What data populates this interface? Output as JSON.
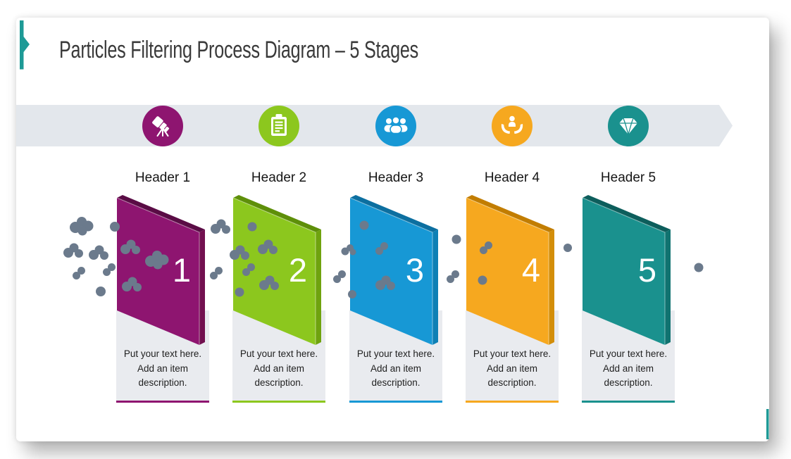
{
  "slide": {
    "title": "Particles Filtering Process Diagram – 5 Stages"
  },
  "colors": {
    "accent_teal": "#1E9A96",
    "band": "#E3E7EC",
    "particles": "#6B7A8C",
    "card_bg": "#E9EBEF",
    "title_text": "#3A3A3A",
    "header_text": "#161616",
    "body_text": "#1F1F1F",
    "number_text": "#FFFFFF"
  },
  "stages": [
    {
      "number": "1",
      "header": "Header 1",
      "description": "Put your text here. Add an item description.",
      "icon": "telescope-icon",
      "color_front": "#8E1570",
      "color_top": "#5A0C45",
      "color_side": "#72104F"
    },
    {
      "number": "2",
      "header": "Header 2",
      "description": "Put your text here. Add an item description.",
      "icon": "clipboard-icon",
      "color_front": "#8CC71E",
      "color_top": "#5E8F09",
      "color_side": "#6FA30E"
    },
    {
      "number": "3",
      "header": "Header 3",
      "description": "Put your text here. Add an item description.",
      "icon": "people-group-icon",
      "color_front": "#1798D5",
      "color_top": "#0C6FA0",
      "color_side": "#0E80B5"
    },
    {
      "number": "4",
      "header": "Header 4",
      "description": "Put your text here. Add an item description.",
      "icon": "hands-care-icon",
      "color_front": "#F6A81F",
      "color_top": "#C27D00",
      "color_side": "#D38E0A"
    },
    {
      "number": "5",
      "header": "Header 5",
      "description": "Put your text here. Add an item description.",
      "icon": "diamond-icon",
      "color_front": "#1A918E",
      "color_top": "#0D5E5C",
      "color_side": "#107370"
    }
  ]
}
